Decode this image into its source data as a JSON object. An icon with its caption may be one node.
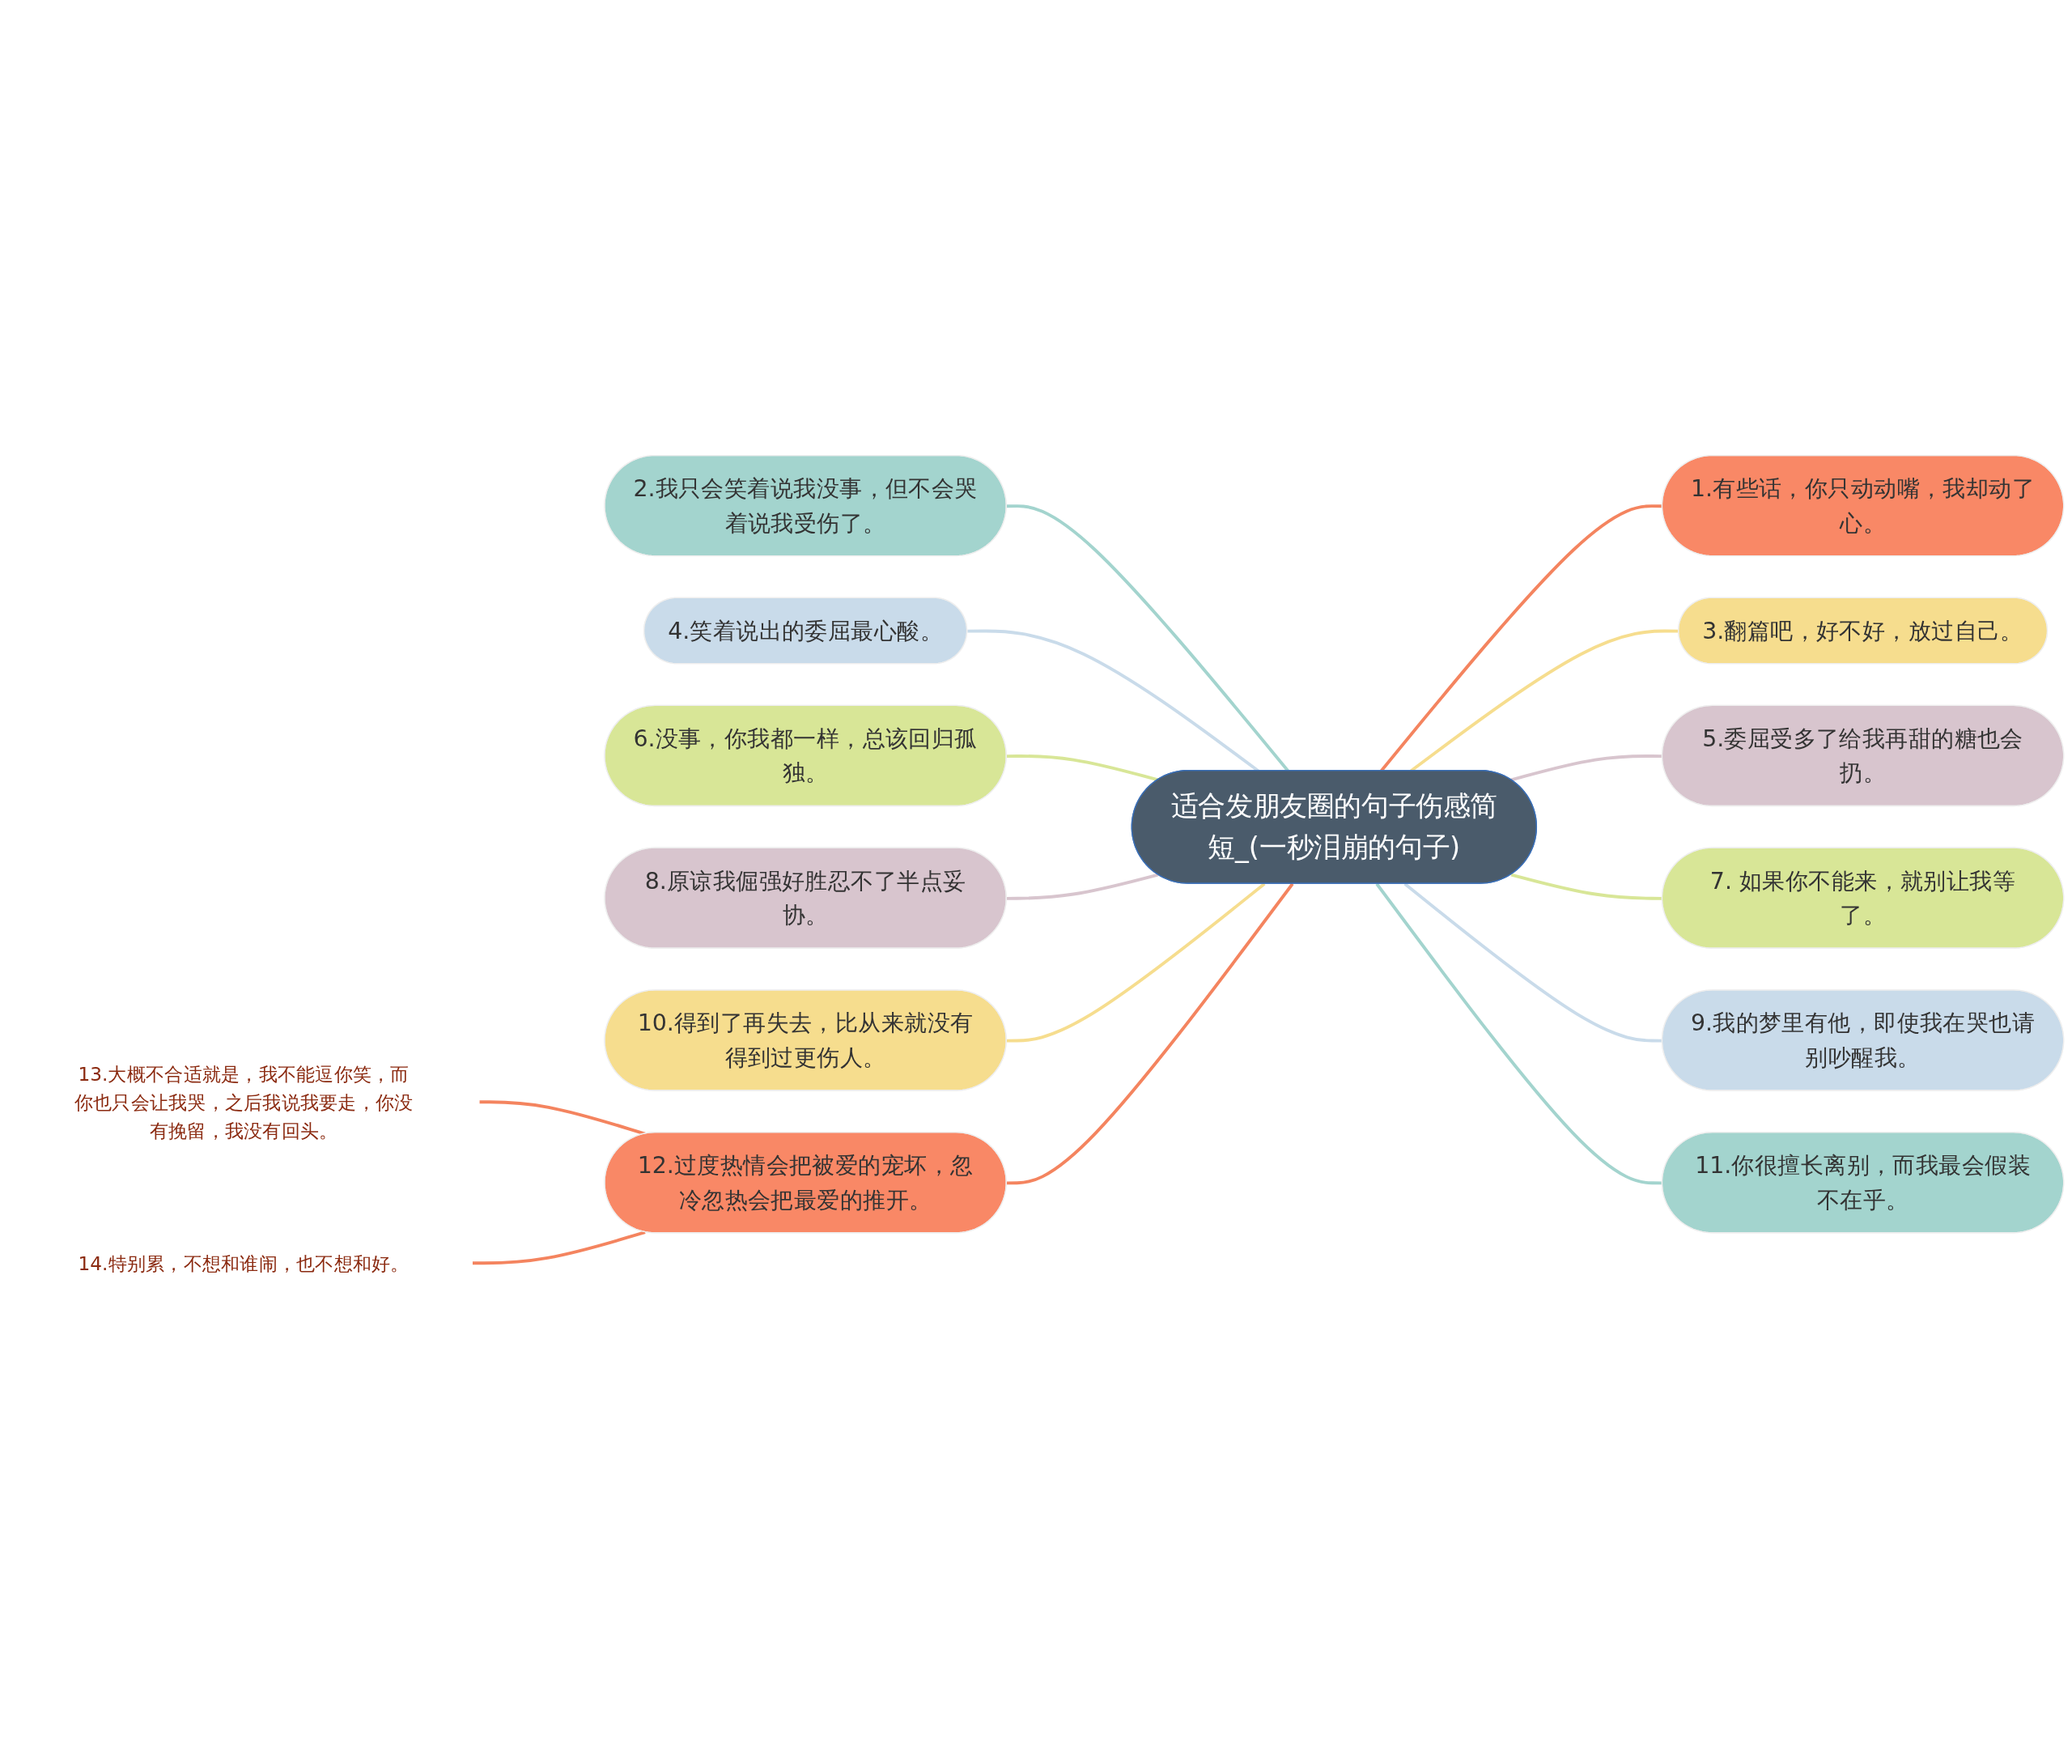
{
  "diagram": {
    "nodes": [
      {
        "text": [
          "适合发朋友圈的句子伤感简短_(一秒泪崩的句子)"
        ]
      },
      {
        "text": [
          "1.有些话，你只动动嘴，我却动了心。"
        ]
      },
      {
        "text": [
          "2.我只会笑着说我没事，但不会哭着说我受伤了。"
        ]
      },
      {
        "text": [
          "3.翻篇吧，好不好，放过自己。"
        ]
      },
      {
        "text": [
          "4.笑着说出的委屈最心酸。"
        ]
      },
      {
        "text": [
          "5.委屈受多了给我再甜的糖也会扔。"
        ]
      },
      {
        "text": [
          "6.没事，你我都一样，总该回归孤独。"
        ]
      },
      {
        "text": [
          "7. 如果你不能来，就别让我等了。"
        ]
      },
      {
        "text": [
          "8.原谅我倔强好胜忍不了半点妥协。"
        ]
      },
      {
        "text": [
          "9.我的梦里有他，即使我在哭也请别吵醒我。"
        ]
      },
      {
        "text": [
          "10.得到了再失去，比从来就没有得到过更伤人。"
        ]
      },
      {
        "text": [
          "11.你很擅长离别，而我最会假装不在乎。"
        ]
      },
      {
        "text": [
          "12.过度热情会把被爱的宠坏，忽冷忽热会把最爱的推开。"
        ]
      },
      {
        "text": [
          "13.大概不合适就是，我不能逗你笑，而你也只会让我哭，之后我说我要走，你没有挽留，我没有回头。"
        ]
      },
      {
        "text": [
          "14.特别累，不想和谁闹，也不想和好。"
        ]
      }
    ],
    "edges": [
      {
        "from": 0,
        "to": 1,
        "arrow": "none",
        "color": "#f4845f"
      },
      {
        "from": 0,
        "to": 2,
        "arrow": "none",
        "color": "#a3d4ce"
      },
      {
        "from": 0,
        "to": 3,
        "arrow": "none",
        "color": "#f6dd8e"
      },
      {
        "from": 0,
        "to": 4,
        "arrow": "none",
        "color": "#c9dbea"
      },
      {
        "from": 0,
        "to": 5,
        "arrow": "none",
        "color": "#d8c5ce"
      },
      {
        "from": 0,
        "to": 6,
        "arrow": "none",
        "color": "#d8e697"
      },
      {
        "from": 0,
        "to": 7,
        "arrow": "none",
        "color": "#d8e697"
      },
      {
        "from": 0,
        "to": 8,
        "arrow": "none",
        "color": "#d8c5ce"
      },
      {
        "from": 0,
        "to": 9,
        "arrow": "none",
        "color": "#c9dbea"
      },
      {
        "from": 0,
        "to": 10,
        "arrow": "none",
        "color": "#f6dd8e"
      },
      {
        "from": 0,
        "to": 11,
        "arrow": "none",
        "color": "#a3d4ce"
      },
      {
        "from": 0,
        "to": 12,
        "arrow": "none",
        "color": "#f4845f"
      },
      {
        "from": 12,
        "to": 13,
        "arrow": "none",
        "color": "#f4845f"
      },
      {
        "from": 12,
        "to": 14,
        "arrow": "none",
        "color": "#f4845f"
      }
    ]
  }
}
